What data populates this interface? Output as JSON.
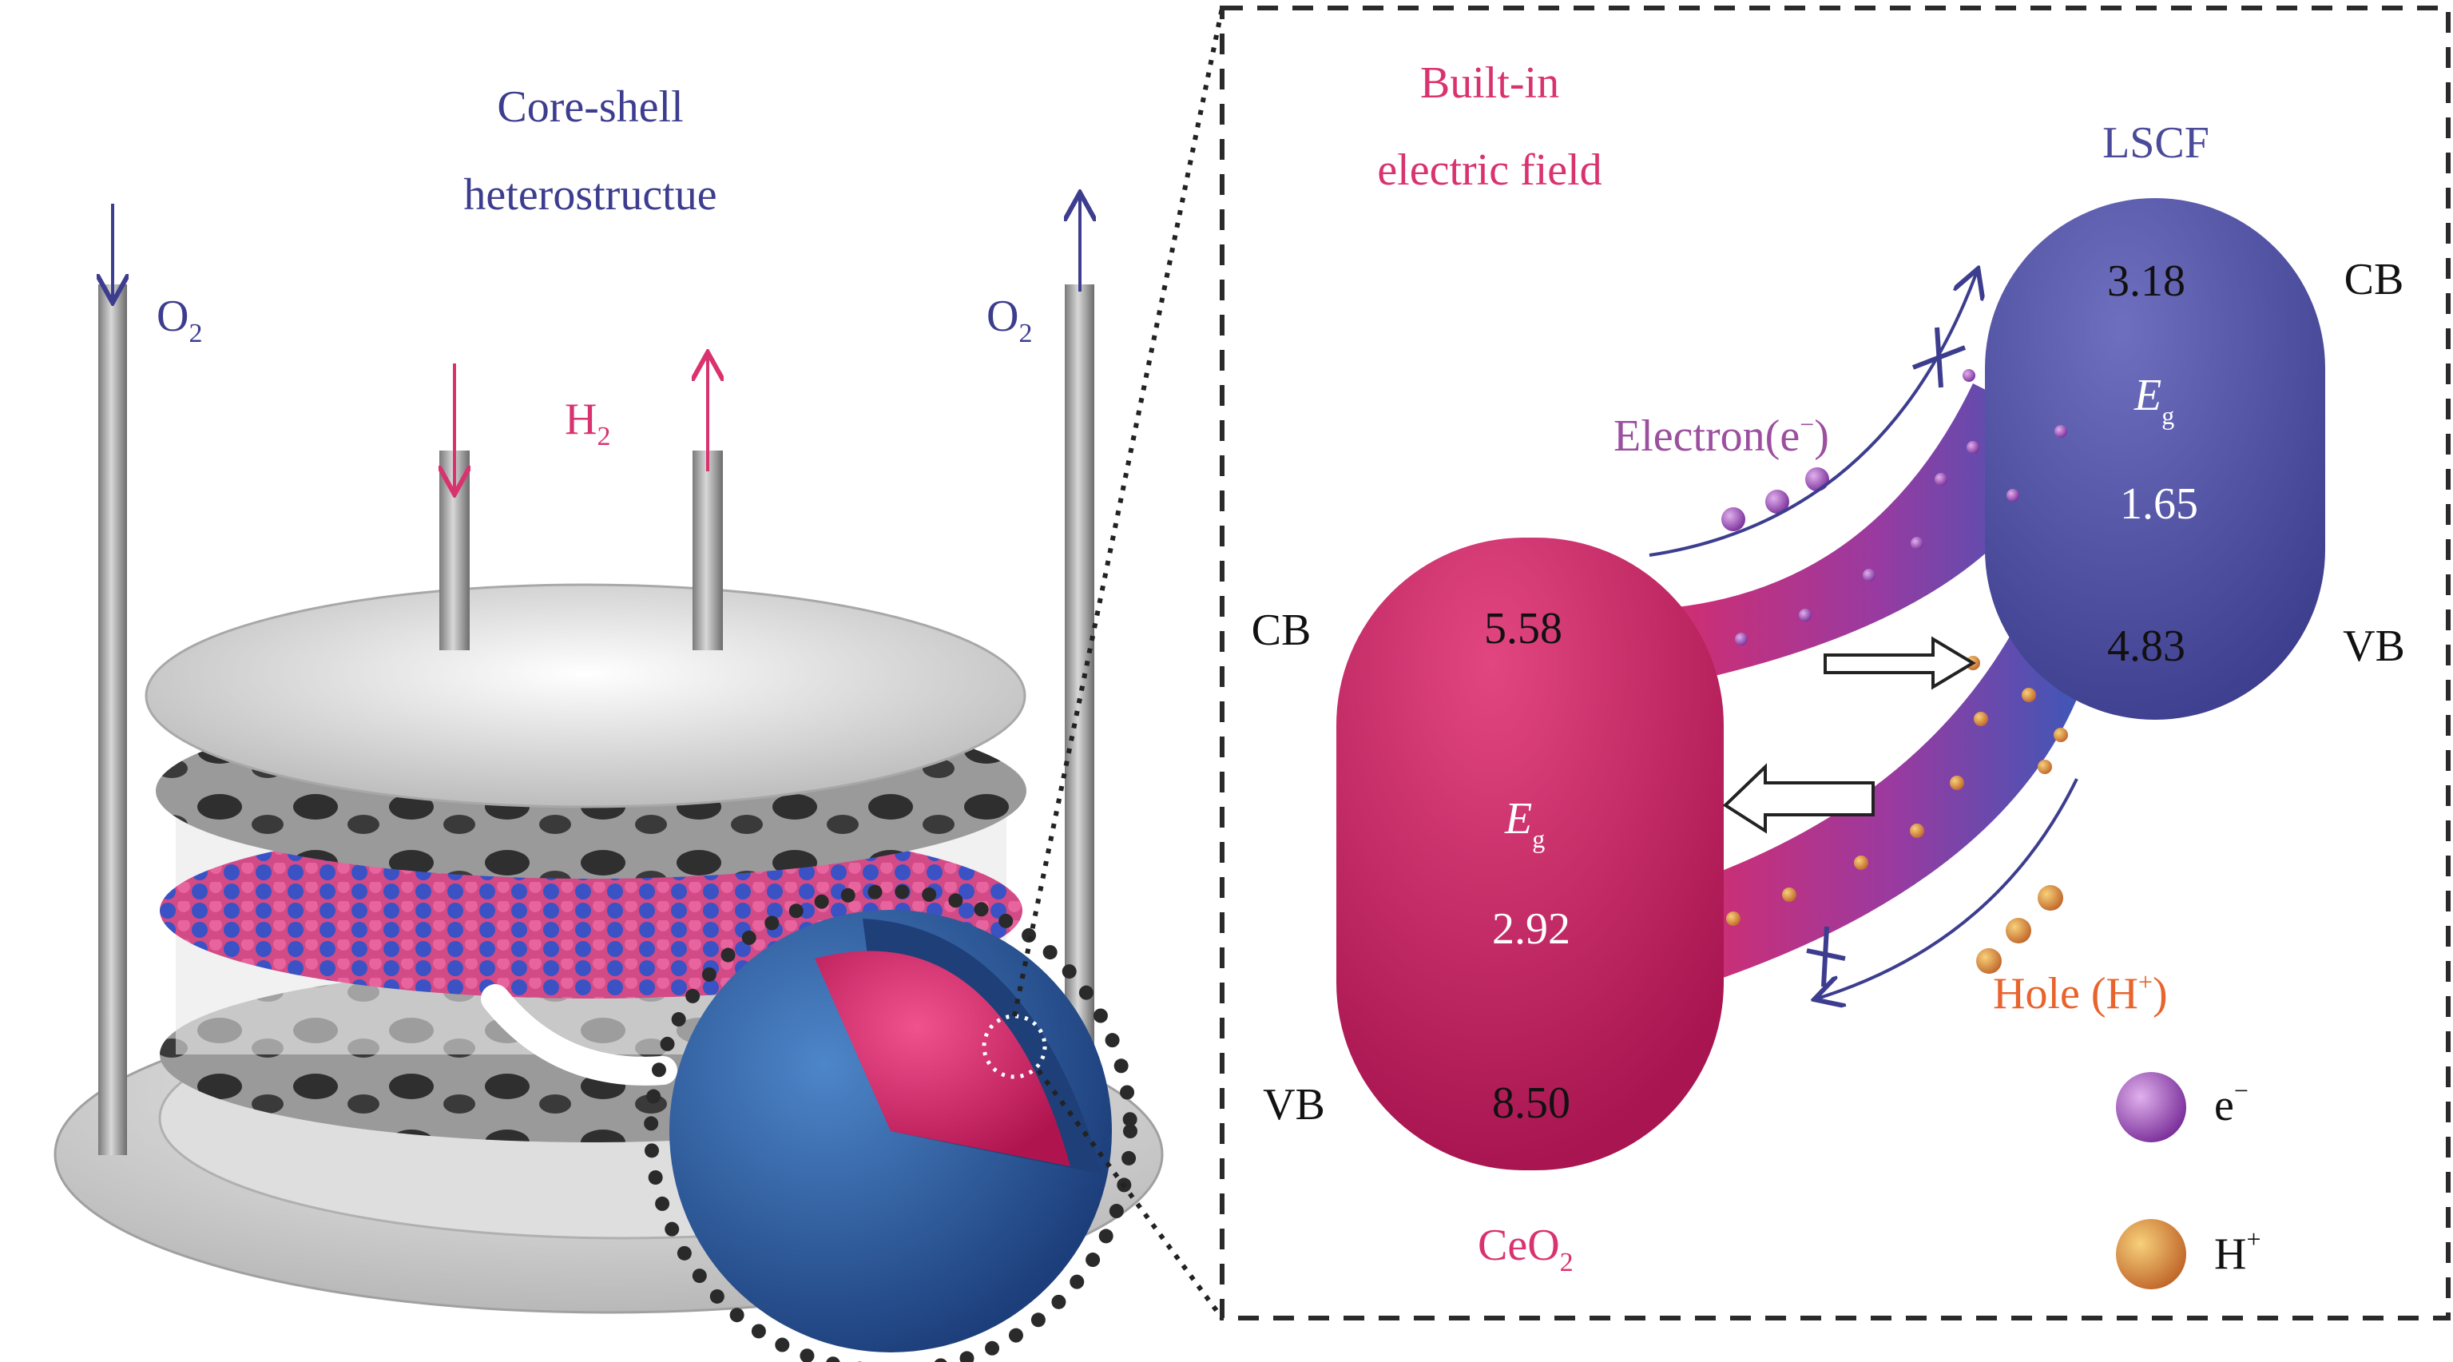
{
  "left_panel": {
    "title_line1": "Core-shell",
    "title_line2": "heterostructue",
    "o2_left": "O",
    "o2_left_sub": "2",
    "o2_right": "O",
    "o2_right_sub": "2",
    "h2": "H",
    "h2_sub": "2"
  },
  "right_panel": {
    "field_line1": "Built-in",
    "field_line2": "electric field",
    "lscf": {
      "name": "LSCF",
      "cb_value": "3.18",
      "eg_symbol": "E",
      "eg_sub": "g",
      "eg_value": "1.65",
      "vb_value": "4.83",
      "cb_label": "CB",
      "vb_label": "VB"
    },
    "ceo2": {
      "name": "CeO",
      "name_sub": "2",
      "cb_value": "5.58",
      "eg_symbol": "E",
      "eg_sub": "g",
      "eg_value": "2.92",
      "vb_value": "8.50",
      "cb_label": "CB",
      "vb_label": "VB"
    },
    "electron_label": "Electron(e",
    "electron_sup": "−",
    "electron_close": ")",
    "hole_label": "Hole (H",
    "hole_sup": "+",
    "hole_close": ")",
    "legend": [
      {
        "label": "e",
        "sup": "−"
      },
      {
        "label": "H",
        "sup": "+"
      }
    ]
  },
  "colors": {
    "pink": "#d9336f",
    "blue_text": "#3d3d8f",
    "purple_text": "#9b4f9e",
    "orange_text": "#e8642c",
    "lscf_body": "#5a5aa8",
    "ceo2_body": "#c8245e"
  }
}
